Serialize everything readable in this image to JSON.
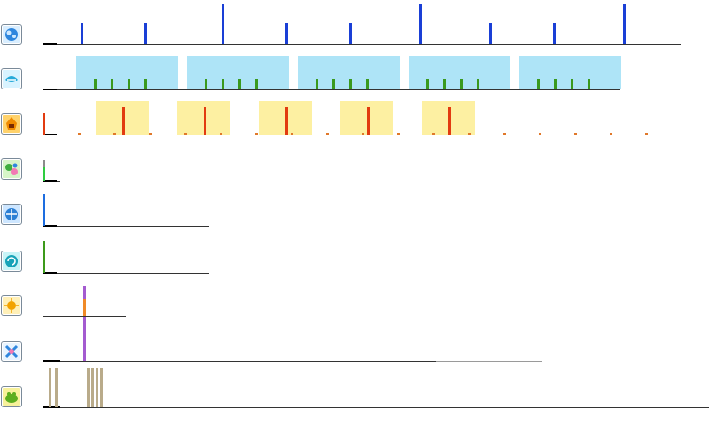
{
  "timeline": {
    "rows": [
      {
        "id": "water",
        "icon": "water-splash-icon",
        "icon_colors": [
          "#2e86de",
          "#cfe9ff"
        ],
        "bar_color": "#1a3fd6",
        "events": [
          0.06,
          0.16,
          0.28,
          0.38,
          0.48,
          0.59,
          0.7,
          0.8,
          0.91
        ]
      },
      {
        "id": "wind",
        "icon": "wind-cloud-icon",
        "icon_colors": [
          "#25a9d9",
          "#d8f3ff"
        ],
        "region_color": "#aee4f7",
        "bar_color": "#3a9a1e",
        "regions": 5,
        "events_per_region": 4
      },
      {
        "id": "fire",
        "icon": "fire-face-icon",
        "icon_colors": [
          "#f08a00",
          "#ffd26b"
        ],
        "region_color": "#fdf0a2",
        "bar_color": "#e23b10",
        "dot_color": "#e0782a",
        "regions": 5
      },
      {
        "id": "nature",
        "icon": "flower-cluster-icon",
        "icon_colors": [
          "#3fae3f",
          "#d6f5c8"
        ],
        "bar_colors": [
          "#8c8c8c",
          "#2ecc40"
        ]
      },
      {
        "id": "ice",
        "icon": "ice-crystal-icon",
        "icon_colors": [
          "#2b7fd4",
          "#cde6ff"
        ],
        "bar_color": "#1d6de0"
      },
      {
        "id": "vortex",
        "icon": "vortex-swirl-icon",
        "icon_colors": [
          "#16a3b8",
          "#c7f4f7"
        ],
        "bar_color": "#3c9a1a"
      },
      {
        "id": "light",
        "icon": "sunlight-burst-icon",
        "icon_colors": [
          "#f2a200",
          "#fff0b8"
        ],
        "bar_colors": [
          "#a45bd0",
          "#f08a28"
        ]
      },
      {
        "id": "mixed",
        "icon": "cross-burst-icon",
        "icon_colors": [
          "#2e86de",
          "#f27ab4"
        ],
        "bar_color": "#a45bd0"
      },
      {
        "id": "earth",
        "icon": "earth-frog-icon",
        "icon_colors": [
          "#5cae1e",
          "#f7f19a"
        ],
        "bar_color": "#b9ab8a"
      }
    ]
  }
}
